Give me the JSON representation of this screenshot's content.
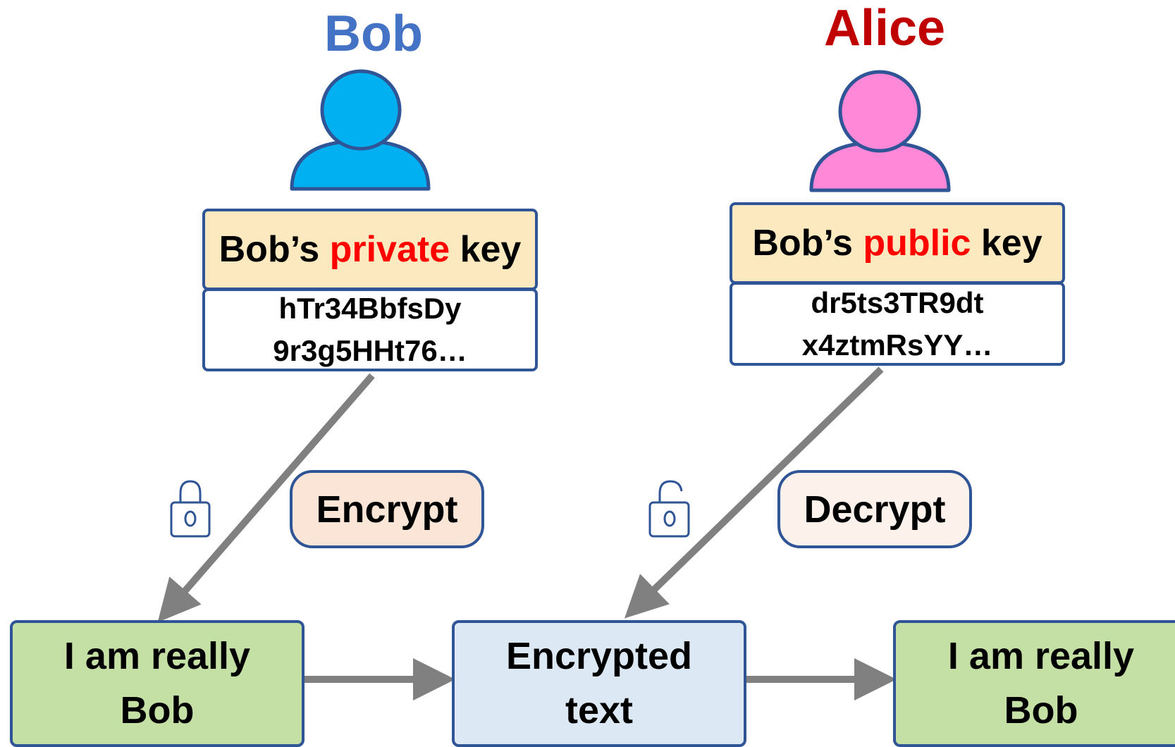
{
  "bob": {
    "name": "Bob",
    "color": "#4472c4",
    "avatar_color": "#00b0f0",
    "key": {
      "owner": "Bob’s",
      "type": "private",
      "suffix": "key",
      "value_line1": "hTr34BbfsDy",
      "value_line2": "9r3g5HHt76…"
    }
  },
  "alice": {
    "name": "Alice",
    "color": "#c00000",
    "avatar_color": "#ff88d8",
    "key": {
      "owner": "Bob’s",
      "type": "public",
      "suffix": "key",
      "value_line1": "dr5ts3TR9dt",
      "value_line2": "x4ztmRsYY…"
    }
  },
  "operations": {
    "encrypt": "Encrypt",
    "decrypt": "Decrypt"
  },
  "icons": {
    "encrypt_icon": "padlock-closed-icon",
    "decrypt_icon": "padlock-open-icon"
  },
  "messages": {
    "original_line1": "I am really",
    "original_line2": "Bob",
    "encrypted_line1": "Encrypted",
    "encrypted_line2": "text",
    "decrypted_line1": "I am really",
    "decrypted_line2": "Bob"
  },
  "colors": {
    "outline": "#2f5597",
    "arrow": "#808080",
    "key_header": "#fde9bf",
    "message_plain": "#c5e0a5",
    "message_encrypted": "#dde8f5",
    "keyword": "#ff0000"
  }
}
